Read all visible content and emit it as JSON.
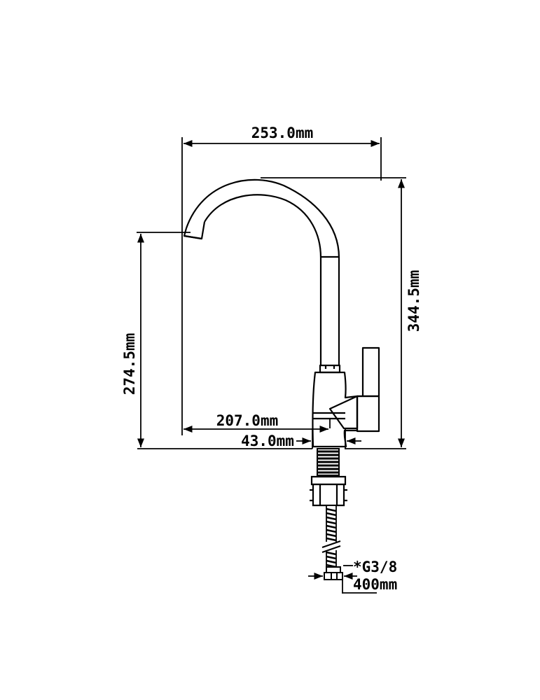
{
  "dimensions": {
    "total_width": "253.0mm",
    "total_height": "344.5mm",
    "spout_height": "274.5mm",
    "spout_reach": "207.0mm",
    "base_diameter": "43.0mm",
    "thread": "*G3/8",
    "hose_length": "400mm"
  },
  "colors": {
    "line": "#000000",
    "background": "#ffffff"
  }
}
